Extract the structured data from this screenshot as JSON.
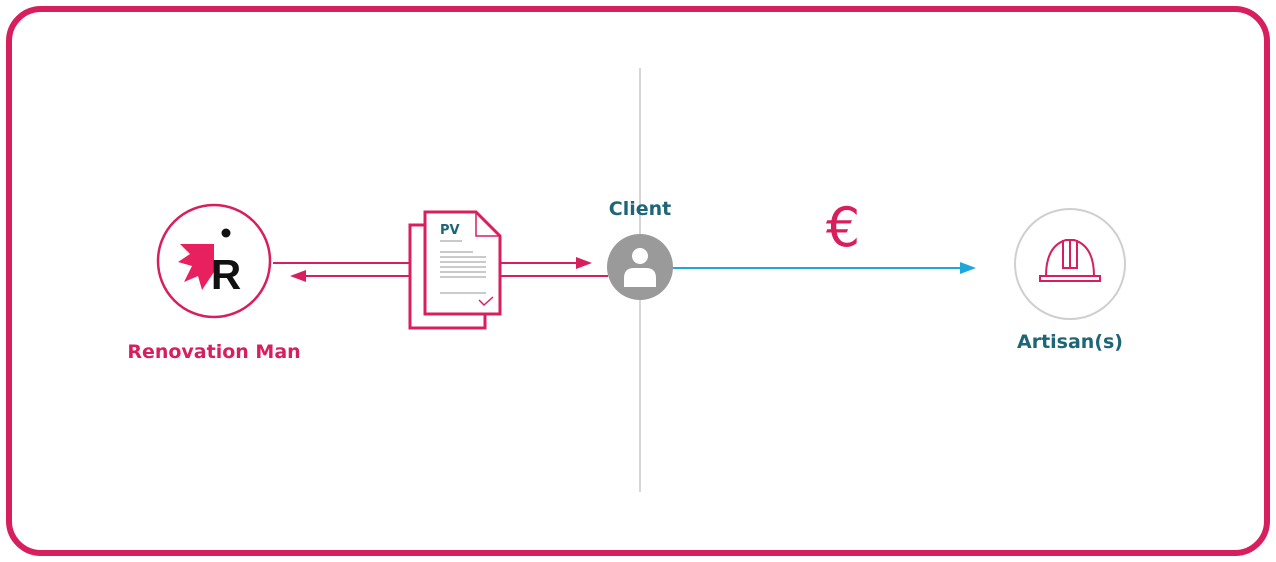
{
  "nodes": {
    "renovation_man": {
      "label": "Renovation Man",
      "logo_letter": "R"
    },
    "document": {
      "label": "PV"
    },
    "client": {
      "label": "Client"
    },
    "artisan": {
      "label": "Artisan(s)"
    }
  },
  "payment": {
    "symbol": "€"
  },
  "colors": {
    "brand": "#d81f5e",
    "teal": "#1d6577",
    "flow": "#1ea7dc",
    "gray": "#9a9a9a"
  }
}
